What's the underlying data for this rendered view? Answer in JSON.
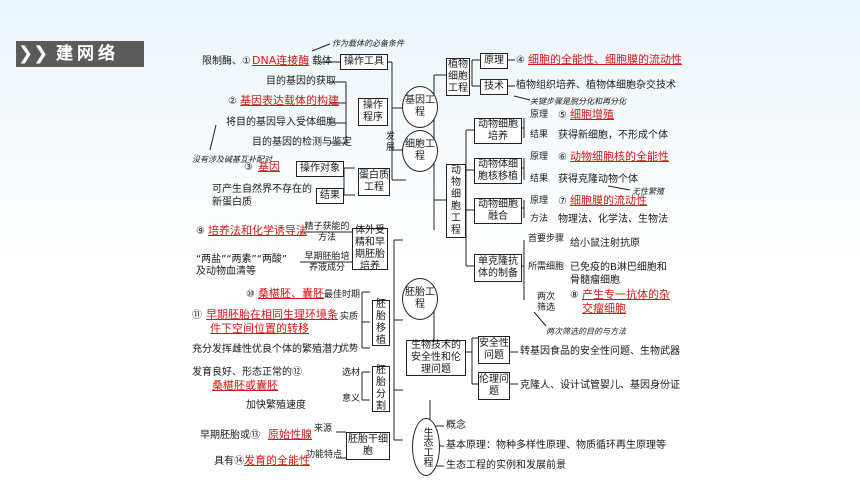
{
  "header": {
    "title": "建网络"
  },
  "center": {
    "gene": "基因工程",
    "cell": "细胞工程",
    "embryo": "胚胎工程",
    "eco": "生态工程",
    "develop": "发展"
  },
  "gene_engineering": {
    "tools_box": "操作工具",
    "restriction": "限制酶、①",
    "a1": "DNA连接酶",
    "vector": "载体",
    "vector_note": "作为载体的必备条件",
    "procedure_box": "操作程序",
    "step1": "目的基因的获取",
    "step2_prefix": "②",
    "a2": "基因表达载体的构建",
    "step3": "将目的基因导入受体细胞",
    "step4": "目的基因的检测与鉴定",
    "step_note": "没有涉及碱基互补配对",
    "protein_box": "蛋白质工程",
    "object_box": "操作对象",
    "a3_prefix": "③",
    "a3": "基因",
    "result_box": "结果",
    "result_text1": "可产生自然界不存在的",
    "result_text2": "新蛋白质"
  },
  "plant": {
    "box": "植物细胞工程",
    "principle_box": "原理",
    "a4_prefix": "④",
    "a4": "细胞的全能性、细胞膜的流动性",
    "tech_box": "技术",
    "tech_text": "植物组织培养、植物体细胞杂交技术",
    "tech_note": "关键步骤是脱分化和再分化"
  },
  "animal": {
    "box": "动物细胞工程",
    "culture_box": "动物细胞培养",
    "culture_principle": "原理",
    "a5_prefix": "⑤",
    "a5": "细胞增殖",
    "culture_result": "结果",
    "culture_result_text": "获得新细胞，不形成个体",
    "nt_box": "动物体细胞核移植",
    "nt_principle": "原理",
    "a6_prefix": "⑥",
    "a6": "动物细胞核的全能性",
    "nt_result": "结果",
    "nt_result_text": "获得克隆动物个体",
    "nt_note": "无性繁殖",
    "fusion_box": "动物细胞融合",
    "fusion_principle": "原理",
    "a7_prefix": "⑦",
    "a7": "细胞膜的流动性",
    "fusion_method": "方法",
    "fusion_method_text": "物理法、化学法、生物法",
    "mab_box": "单克隆抗体的制备",
    "mab_step_label": "首要步骤",
    "mab_step_text": "给小鼠注射抗原",
    "mab_cells_label": "所需细胞",
    "mab_cells_text1": "已免疫的B淋巴细胞和",
    "mab_cells_text2": "骨髓瘤细胞",
    "mab_screen_label": "两次筛选",
    "a8_prefix": "⑧",
    "a8_line1": "产生专一抗体的杂",
    "a8_line2": "交瘤细胞",
    "mab_note": "两次筛选的目的与方法"
  },
  "ivf": {
    "box": "体外受精和早期胚胎培养",
    "a9_prefix": "⑨",
    "a9": "培养法和化学诱导法",
    "sperm_label": "精子获能的方法",
    "culture_label": "早期胚胎培养液成分",
    "salt_text1": "“两盐”“两素”“两酸”",
    "salt_text2": "及动物血清等"
  },
  "transfer": {
    "box": "胚胎移植",
    "a10_prefix": "⑩",
    "a10": "桑椹胚、囊胚",
    "time_label": "最佳时期",
    "a11_prefix": "⑪",
    "a11_line1": "早期胚胎在相同生理环境条",
    "a11_line2": "件下空间位置的转移",
    "essence_label": "实质",
    "advantage_text": "充分发挥雌性优良个体的繁殖潜力",
    "advantage_label": "优势"
  },
  "split": {
    "box": "胚胎分割",
    "material_prefix": "发育良好、形态正常的⑫",
    "a12": "桑椹胚或囊胚",
    "material_label": "选材",
    "meaning_label": "意义",
    "meaning_text": "加快繁殖速度"
  },
  "stem": {
    "box": "胚胎干细胞",
    "source_prefix": "早期胚胎或⑬",
    "a13": "原始性腺",
    "source_label": "来源",
    "feature_prefix": "具有⑭",
    "a14": "发育的全能性",
    "feature_label": "功能特点"
  },
  "ethics": {
    "box": "生物技术的安全性和伦理问题",
    "safety_box": "安全性问题",
    "safety_text": "转基因食品的安全性问题、生物武器",
    "ethic_box": "伦理问题",
    "ethic_text": "克隆人、设计试管婴儿、基因身份证"
  },
  "eco": {
    "concept": "概念",
    "principle": "基本原理：物种多样性原理、物质循环再生原理等",
    "example": "生态工程的实例和发展前景"
  }
}
